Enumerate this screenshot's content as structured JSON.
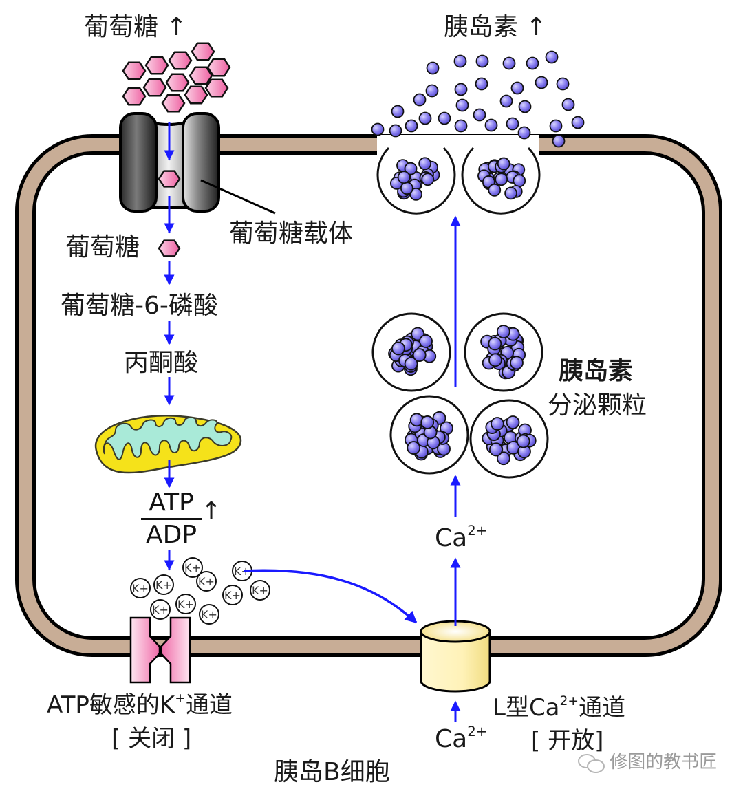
{
  "diagram": {
    "title": "胰岛B细胞",
    "colors": {
      "membrane_fill": "#c8ad96",
      "membrane_stroke": "#000000",
      "arrow_blue": "#1a1aff",
      "glucose_pink": "#f27ab0",
      "insulin_purple": "#6a5fe0",
      "mito_outer": "#f5e21a",
      "mito_inner": "#a9ead8",
      "k_channel_pink": "#f06aa8",
      "ca_channel_yellow": "#fff0a8"
    },
    "labels": {
      "glucose_up": "葡萄糖",
      "up_arrow": "↑",
      "insulin_up": "胰岛素",
      "glucose_transporter": "葡萄糖载体",
      "glucose_inside": "葡萄糖",
      "g6p": "葡萄糖-6-磷酸",
      "pyruvate": "丙酮酸",
      "atp": "ATP",
      "adp": "ADP",
      "k_channel_line1_prefix": "ATP敏感的K",
      "k_channel_line1_sup": "+",
      "k_channel_line1_suffix": "通道",
      "k_channel_state": "[ 关闭 ]",
      "ca_ion": "Ca",
      "ca_sup": "2+",
      "ca_channel_prefix": "L型Ca",
      "ca_channel_sup": "2+",
      "ca_channel_suffix": "通道",
      "ca_channel_state": "[ 开放]",
      "granules_line1": "胰岛素",
      "granules_line2": "分泌颗粒",
      "k_ion": "K",
      "k_ion_sup": "+"
    },
    "watermark": "修图的教书匠",
    "flow_steps": [
      "葡萄糖",
      "葡萄糖-6-磷酸",
      "丙酮酸",
      "线粒体",
      "ATP/ADP ↑",
      "K+通道关闭",
      "Ca2+通道开放",
      "Ca2+内流",
      "胰岛素分泌颗粒",
      "胰岛素 ↑"
    ]
  }
}
